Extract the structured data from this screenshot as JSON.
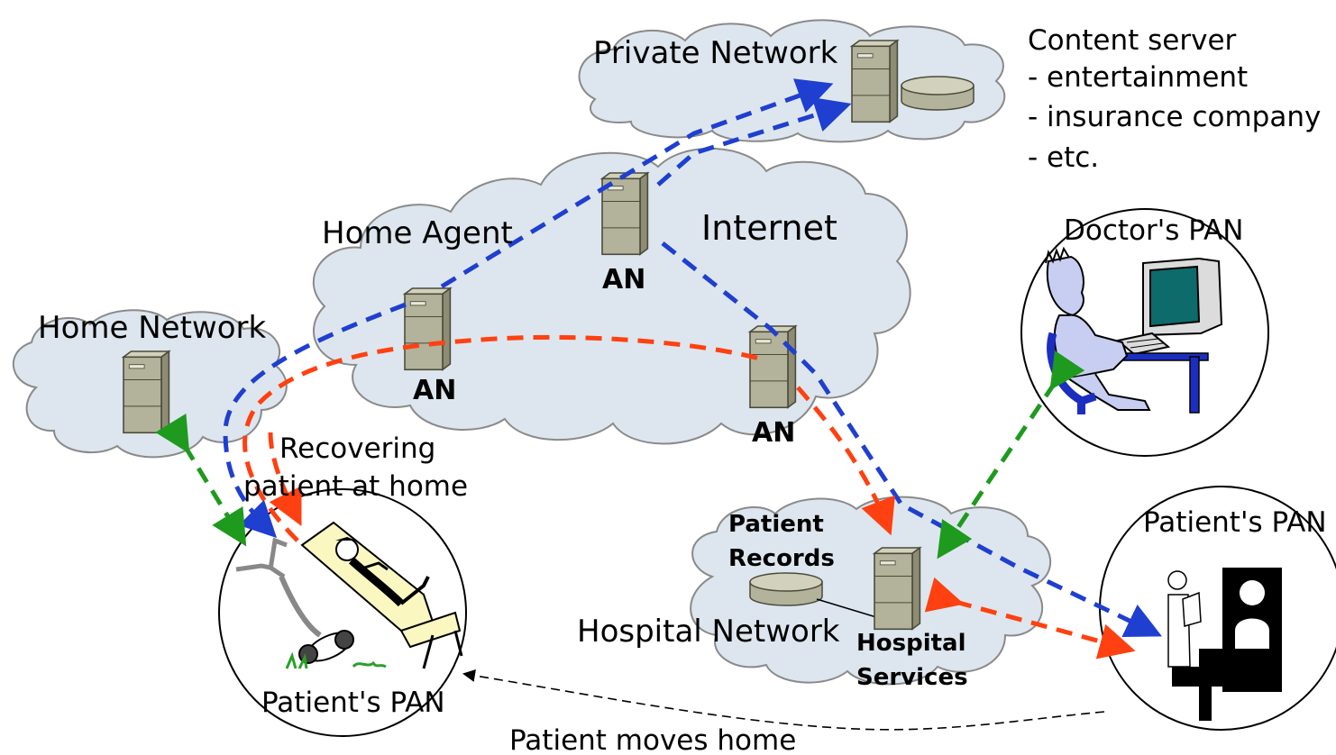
{
  "networks": {
    "private": "Private Network",
    "internet": "Internet",
    "home_agent": "Home Agent",
    "home": "Home Network",
    "hospital": "Hospital Network"
  },
  "nodes": {
    "an_top": "AN",
    "an_left": "AN",
    "an_right": "AN"
  },
  "content_server": {
    "title": "Content server",
    "items": [
      "- entertainment",
      "- insurance company",
      "- etc."
    ]
  },
  "pans": {
    "doctor": "Doctor's PAN",
    "patient_hospital": "Patient's PAN",
    "patient_home": "Patient's PAN"
  },
  "recovering": {
    "line1": "Recovering",
    "line2": "patient at home"
  },
  "hospital_parts": {
    "records_line1": "Patient",
    "records_line2": "Records",
    "services_line1": "Hospital",
    "services_line2": "Services"
  },
  "move_label": "Patient moves home",
  "colors": {
    "blue_path": "#1f3fd0",
    "red_path": "#ff4010",
    "green_path": "#1e9a1e",
    "cloud_fill": "#dde6ee"
  }
}
